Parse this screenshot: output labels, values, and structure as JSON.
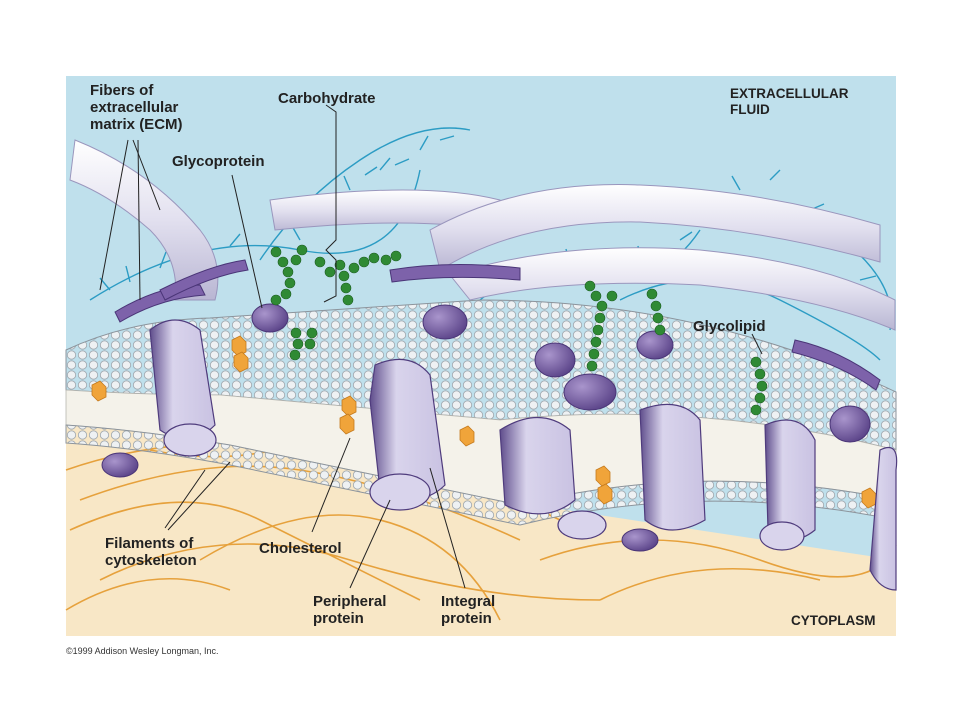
{
  "labels": {
    "ecm_fibers": "Fibers of\nextracellular\nmatrix (ECM)",
    "carbohydrate": "Carbohydrate",
    "extracellular_fluid": "EXTRACELLULAR\nFLUID",
    "glycoprotein": "Glycoprotein",
    "glycolipid": "Glycolipid",
    "cytoskeleton_filaments": "Filaments of\ncytoskeleton",
    "cholesterol": "Cholesterol",
    "peripheral_protein": "Peripheral\nprotein",
    "integral_protein": "Integral\nprotein",
    "cytoplasm": "CYTOPLASM"
  },
  "credit": "©1999 Addison Wesley Longman, Inc.",
  "colors": {
    "extracellular_fluid": "#bfe0ec",
    "cytoplasm": "#f7e6c4",
    "phospholipid_head": "#e8ecef",
    "protein": "#d8d3ea",
    "protein_dark": "#6d5a98",
    "carbohydrate_chain": "#2f8a34",
    "cholesterol": "#f0a43a",
    "ecm_fiber": "#e4e2f0",
    "ecm_branch": "#2c9cc4",
    "cytoskeleton": "#e9a640"
  }
}
